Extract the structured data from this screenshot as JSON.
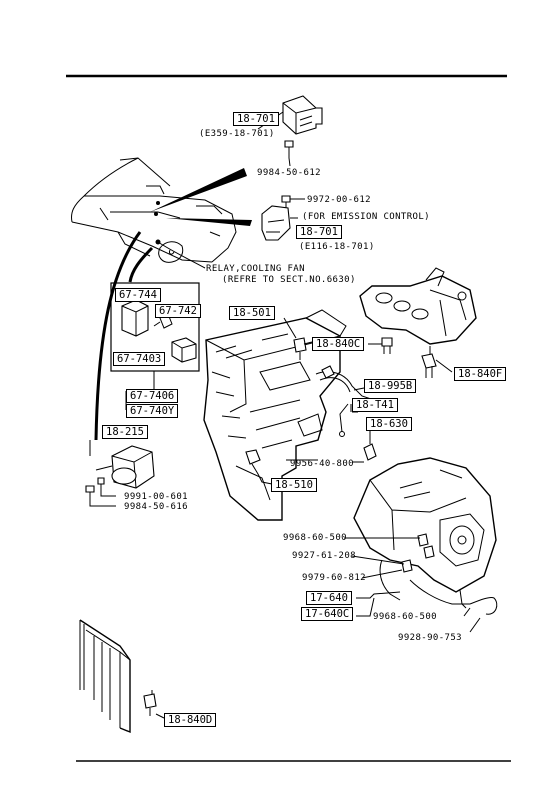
{
  "callouts": {
    "c18_701_top": "18-701",
    "e359": "(E359-18-701)",
    "p9984_612": "9984-50-612",
    "p9972_612": "9972-00-612",
    "for_emission": "(FOR EMISSION CONTROL)",
    "c18_701_mid": "18-701",
    "e116": "(E116-18-701)",
    "relay1": "RELAY,COOLING FAN",
    "relay2": "(REFRE TO SECT.NO.6630)",
    "c67_744": "67-744",
    "c67_742": "67-742",
    "c67_7403": "67-7403",
    "c67_7406": "67-7406",
    "c67_740y": "67-740Y",
    "c18_215": "18-215",
    "p9991_601": "9991-00-601",
    "p9984_616": "9984-50-616",
    "c18_501": "18-501",
    "c18_840c": "18-840C",
    "c18_840f": "18-840F",
    "c18_995b": "18-995B",
    "c18_t41": "18-T41",
    "c18_630": "18-630",
    "p9956_800": "9956-40-800",
    "c18_510": "18-510",
    "p9968_500a": "9968-60-500",
    "p9927_208": "9927-61-208",
    "p9979_812": "9979-60-812",
    "c17_640": "17-640",
    "c17_640c": "17-640C",
    "p9968_500b": "9968-60-500",
    "p9928_753": "9928-90-753",
    "c18_840d": "18-840D"
  }
}
